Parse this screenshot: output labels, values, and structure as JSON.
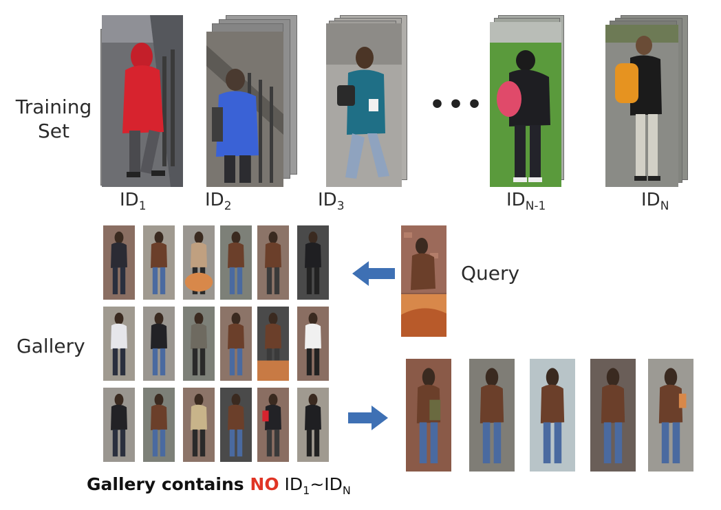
{
  "labels": {
    "training_set": "Training\nSet",
    "gallery": "Gallery",
    "query": "Query",
    "ellipsis": "•••"
  },
  "ids": [
    {
      "base": "ID",
      "sub": "1"
    },
    {
      "base": "ID",
      "sub": "2"
    },
    {
      "base": "ID",
      "sub": "3"
    },
    {
      "base": "ID",
      "sub": "N-1"
    },
    {
      "base": "ID",
      "sub": "N"
    }
  ],
  "caption": {
    "part1": "Gallery contains ",
    "no": "NO",
    "part2": " ID",
    "sub1": "1",
    "tilde": "~ID",
    "sub2": "N"
  },
  "colors": {
    "arrow": "#3e70b4",
    "no_highlight": "#e03424",
    "id1_jacket": "#d7232e",
    "id2_jacket": "#3a62d6",
    "id3_jacket": "#1f6f86",
    "idn1_bag": "#e04a6a",
    "idn_bag": "#e69320",
    "query_coat": "#6b3f2a",
    "grass": "#5a9a3c"
  }
}
